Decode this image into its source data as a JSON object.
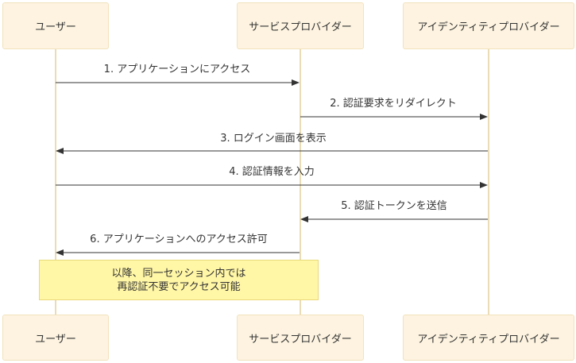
{
  "participants": {
    "user": "ユーザー",
    "service_provider": "サービスプロバイダー",
    "identity_provider": "アイデンティティプロバイダー"
  },
  "messages": [
    {
      "label": "1. アプリケーションにアクセス",
      "from": "user",
      "to": "service_provider"
    },
    {
      "label": "2. 認証要求をリダイレクト",
      "from": "service_provider",
      "to": "identity_provider"
    },
    {
      "label": "3. ログイン画面を表示",
      "from": "identity_provider",
      "to": "user"
    },
    {
      "label": "4. 認証情報を入力",
      "from": "user",
      "to": "identity_provider"
    },
    {
      "label": "5. 認証トークンを送信",
      "from": "identity_provider",
      "to": "service_provider"
    },
    {
      "label": "6. アプリケーションへのアクセス許可",
      "from": "service_provider",
      "to": "user"
    }
  ],
  "note": {
    "line1": "以降、同一セッション内では",
    "line2": "再認証不要でアクセス可能"
  },
  "colors": {
    "actor_fill": "#fdf3e0",
    "lifeline": "#eadcb5",
    "note_fill": "#fff6a6",
    "arrow": "#333333"
  }
}
